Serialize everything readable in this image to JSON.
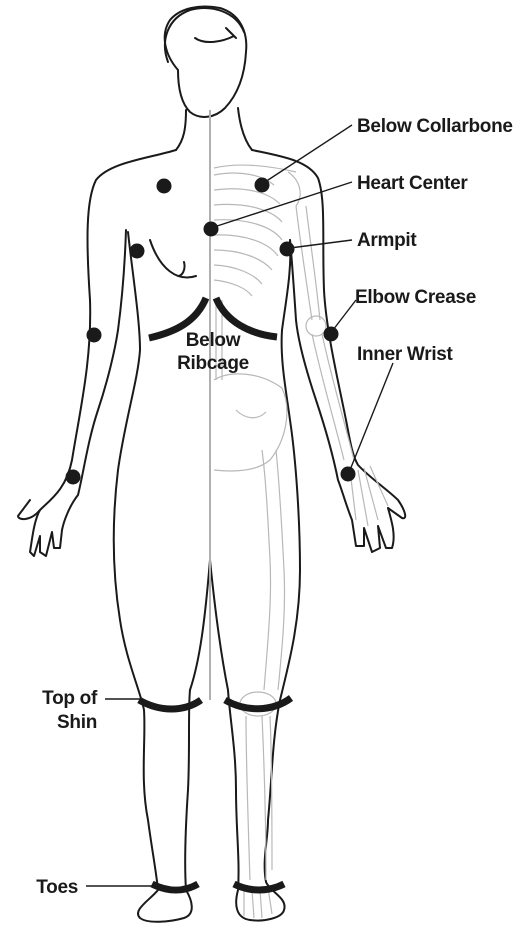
{
  "labels": {
    "below_collarbone": "Below Collarbone",
    "heart_center": "Heart Center",
    "armpit": "Armpit",
    "elbow_crease": "Elbow Crease",
    "inner_wrist": "Inner Wrist",
    "below_ribcage_line1": "Below",
    "below_ribcage_line2": "Ribcage",
    "top_of_shin_line1": "Top of",
    "top_of_shin_line2": "Shin",
    "toes": "Toes"
  },
  "colors": {
    "ink": "#1a1a1a",
    "skeleton": "#b8b8b8",
    "midline": "#b0b0b0",
    "background": "#ffffff"
  }
}
